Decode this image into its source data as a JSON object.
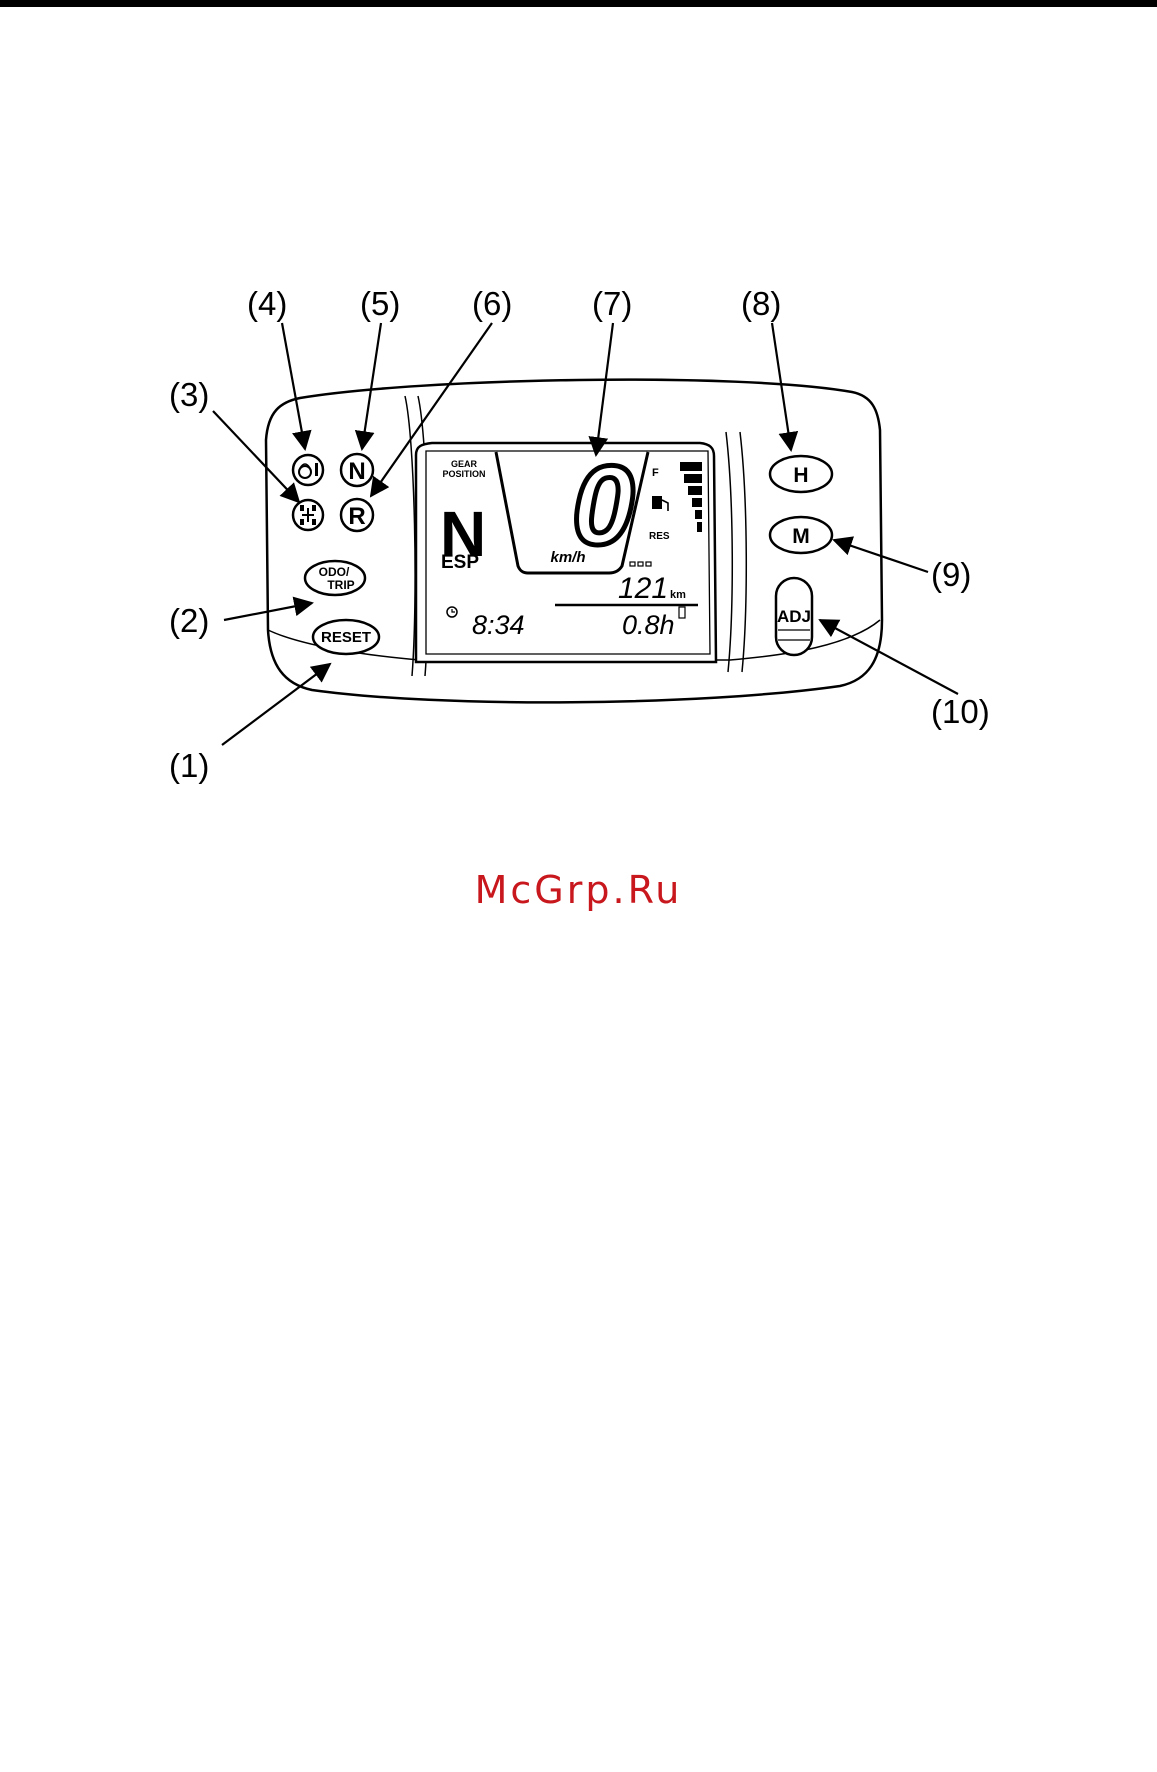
{
  "callouts": [
    {
      "id": "1",
      "label": "(1)"
    },
    {
      "id": "2",
      "label": "(2)"
    },
    {
      "id": "3",
      "label": "(3)"
    },
    {
      "id": "4",
      "label": "(4)"
    },
    {
      "id": "5",
      "label": "(5)"
    },
    {
      "id": "6",
      "label": "(6)"
    },
    {
      "id": "7",
      "label": "(7)"
    },
    {
      "id": "8",
      "label": "(8)"
    },
    {
      "id": "9",
      "label": "(9)"
    },
    {
      "id": "10",
      "label": "(10)"
    }
  ],
  "buttons": {
    "reset": "RESET",
    "odo": "ODO/",
    "trip": "TRIP",
    "h": "H",
    "m": "M",
    "adj": "ADJ"
  },
  "indicators": {
    "neutral": "N",
    "reverse": "R"
  },
  "display": {
    "gear_position_line1": "GEAR",
    "gear_position_line2": "POSITION",
    "gear": "N",
    "esp": "ESP",
    "speed": "0",
    "speed_unit": "km/h",
    "fuel_full": "F",
    "fuel_reserve": "RES",
    "odometer": "121",
    "odometer_unit": "km",
    "clock": "8:34",
    "hour_meter": "0.8h"
  },
  "watermark": "McGrp.Ru",
  "colors": {
    "watermark": "#c8171d",
    "ink": "#000000",
    "lcd": "#ffffff"
  }
}
